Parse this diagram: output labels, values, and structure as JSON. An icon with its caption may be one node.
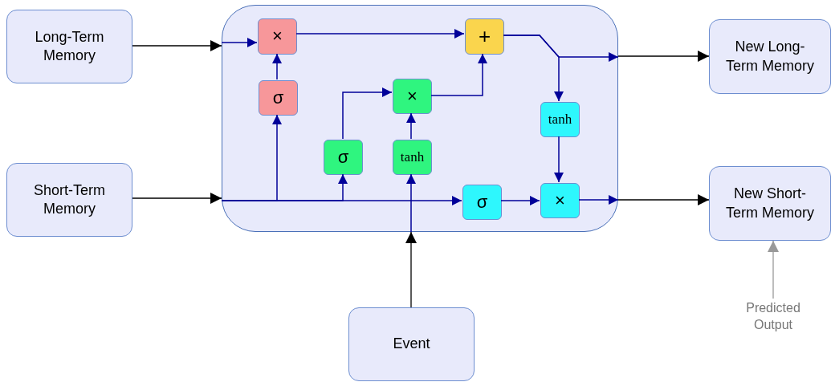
{
  "diagram": {
    "nodes": [
      {
        "text": [
          "Long-Term Memory"
        ]
      },
      {
        "text": [
          "Short-Term Memory"
        ]
      },
      {
        "text": [],
        "shape": "box"
      },
      {
        "text": [
          "×"
        ],
        "in": 2
      },
      {
        "text": [
          "σ"
        ],
        "in": 2
      },
      {
        "text": [
          "+"
        ],
        "in": 2
      },
      {
        "text": [
          "×"
        ],
        "in": 2
      },
      {
        "text": [
          "σ"
        ],
        "in": 2
      },
      {
        "text": [
          "tanh"
        ],
        "in": 2
      },
      {
        "text": [
          "tanh"
        ],
        "in": 2
      },
      {
        "text": [
          "σ"
        ],
        "in": 2
      },
      {
        "text": [
          "×"
        ],
        "in": 2
      },
      {
        "text": [
          "New Long-Term Memory"
        ]
      },
      {
        "text": [
          "New Short-Term Memory"
        ]
      },
      {
        "text": [
          "Event"
        ]
      },
      {
        "text": [
          "Predicted Output"
        ]
      }
    ],
    "edges": [
      {
        "from": 0,
        "to": 2,
        "arrow": "to",
        "color": "#000000"
      },
      {
        "from": 2,
        "to": 3,
        "arrow": "to"
      },
      {
        "from": 4,
        "to": 3,
        "arrow": "to"
      },
      {
        "from": 3,
        "to": 5,
        "arrow": "to"
      },
      {
        "from": 6,
        "to": 5,
        "arrow": "to"
      },
      {
        "from": 7,
        "to": 6,
        "arrow": "to"
      },
      {
        "from": 8,
        "to": 6,
        "arrow": "to"
      },
      {
        "from": 1,
        "to": 2,
        "arrow": "to",
        "color": "#000000"
      },
      {
        "from": 2,
        "to": 10,
        "arrow": "to"
      },
      {
        "from": 2,
        "to": 4,
        "arrow": "to"
      },
      {
        "from": 2,
        "to": 7,
        "arrow": "to"
      },
      {
        "from": 14,
        "to": 2,
        "arrow": "to",
        "color": "#000000"
      },
      {
        "from": 2,
        "to": 8,
        "arrow": "to"
      },
      {
        "from": 10,
        "to": 11,
        "arrow": "to"
      },
      {
        "from": 9,
        "to": 11,
        "arrow": "to"
      },
      {
        "from": 5,
        "to": 9,
        "arrow": "to"
      },
      {
        "from": 5,
        "to": 2,
        "arrow": "to"
      },
      {
        "from": 11,
        "to": 2,
        "arrow": "to"
      },
      {
        "from": 2,
        "to": 12,
        "arrow": "to",
        "color": "#000000"
      },
      {
        "from": 2,
        "to": 13,
        "arrow": "to",
        "color": "#000000"
      },
      {
        "from": 15,
        "to": 13,
        "arrow": "to",
        "color": "#999999"
      }
    ]
  }
}
